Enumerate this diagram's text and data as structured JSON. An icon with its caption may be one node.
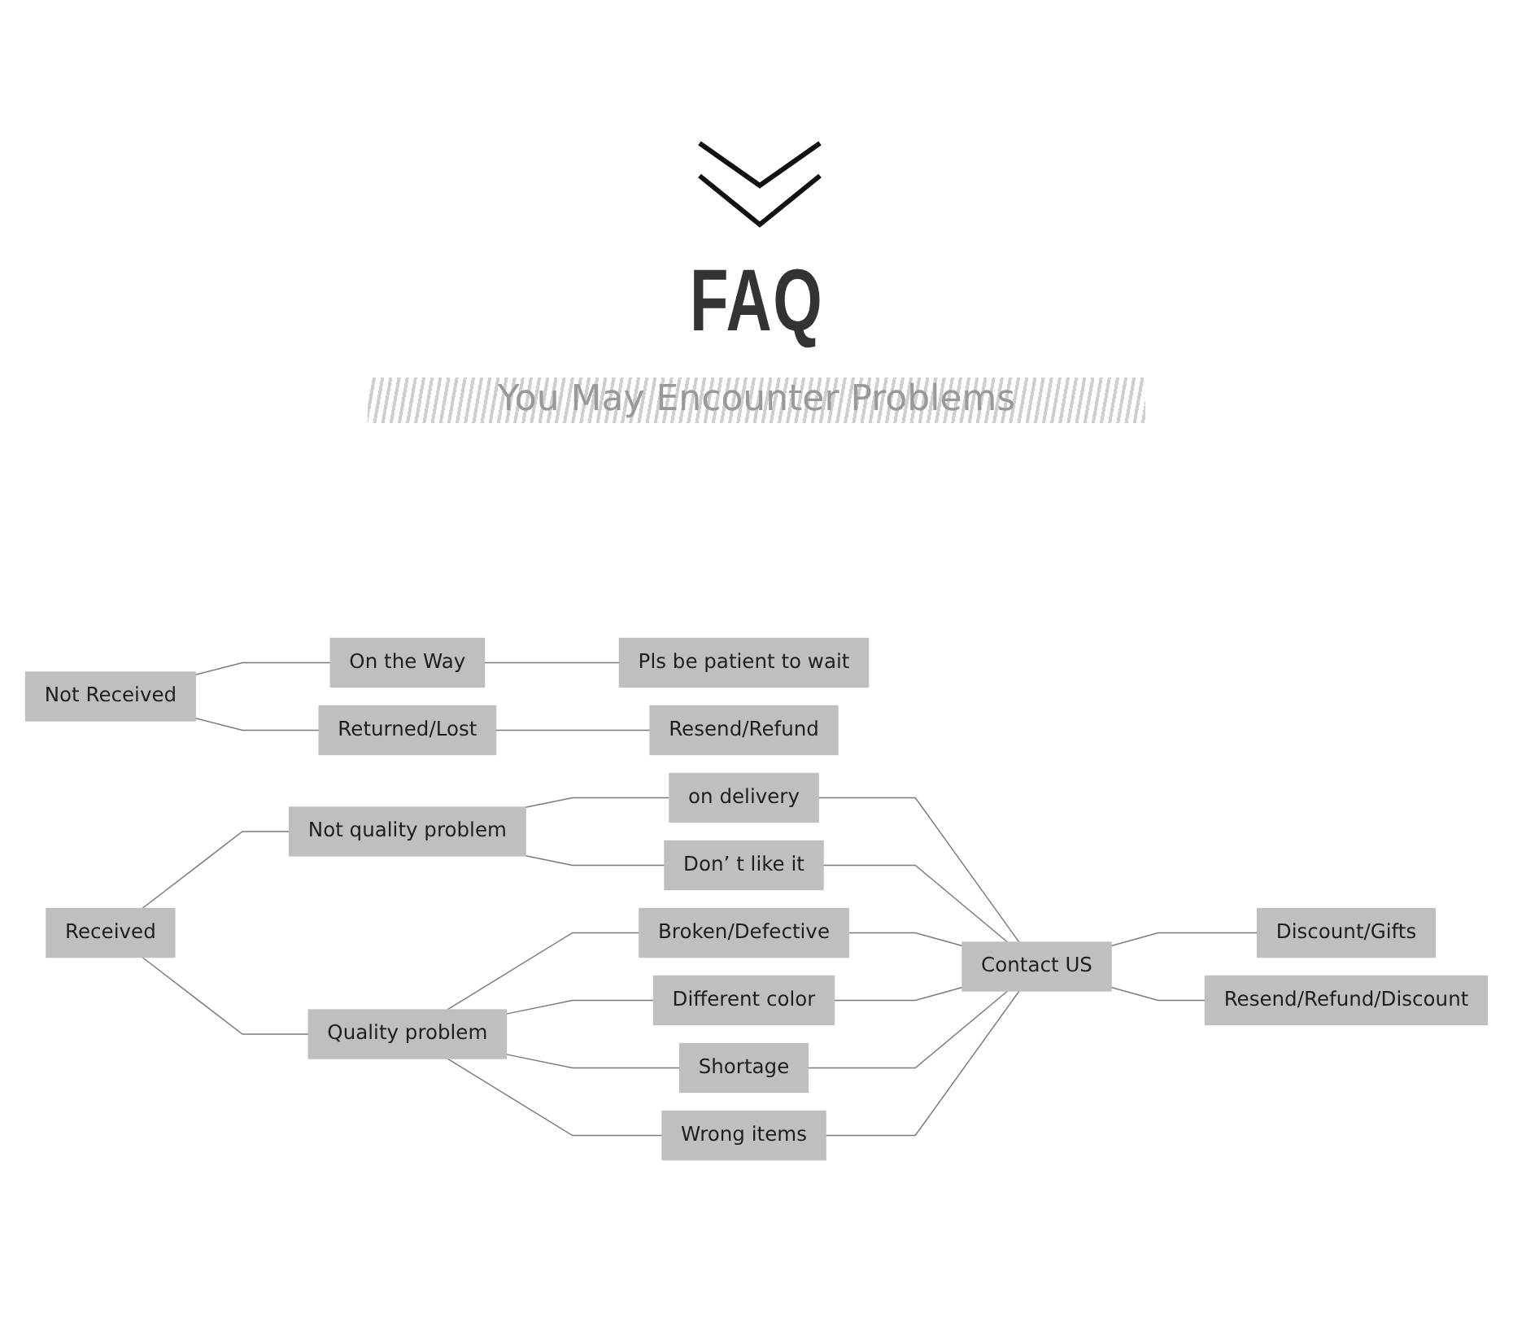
{
  "diagram": {
    "title": "FAQ",
    "nodes": [
      {
        "text": [
          "Not Received"
        ]
      },
      {
        "text": [
          "On the Way"
        ]
      },
      {
        "text": [
          "Returned/Lost"
        ]
      },
      {
        "text": [
          "Pls be patient to wait"
        ]
      },
      {
        "text": [
          "Resend/Refund"
        ]
      },
      {
        "text": [
          "Received"
        ]
      },
      {
        "text": [
          "Not quality problem"
        ]
      },
      {
        "text": [
          "on delivery"
        ]
      },
      {
        "text": [
          "Don’ t like it"
        ]
      },
      {
        "text": [
          "Quality problem"
        ]
      },
      {
        "text": [
          "Broken/Defective"
        ]
      },
      {
        "text": [
          "Different color"
        ]
      },
      {
        "text": [
          "Shortage"
        ]
      },
      {
        "text": [
          "Wrong items"
        ]
      },
      {
        "text": [
          "Contact US"
        ]
      },
      {
        "text": [
          "Discount/Gifts"
        ]
      },
      {
        "text": [
          "Resend/Refund/Discount"
        ]
      }
    ],
    "edges": [
      {
        "from": 0,
        "to": 1,
        "arrow": "none"
      },
      {
        "from": 0,
        "to": 2,
        "arrow": "none"
      },
      {
        "from": 1,
        "to": 3,
        "arrow": "none"
      },
      {
        "from": 2,
        "to": 4,
        "arrow": "none"
      },
      {
        "from": 5,
        "to": 6,
        "arrow": "none"
      },
      {
        "from": 5,
        "to": 9,
        "arrow": "none"
      },
      {
        "from": 6,
        "to": 7,
        "arrow": "none"
      },
      {
        "from": 6,
        "to": 8,
        "arrow": "none"
      },
      {
        "from": 9,
        "to": 10,
        "arrow": "none"
      },
      {
        "from": 9,
        "to": 11,
        "arrow": "none"
      },
      {
        "from": 9,
        "to": 12,
        "arrow": "none"
      },
      {
        "from": 9,
        "to": 13,
        "arrow": "none"
      },
      {
        "from": 7,
        "to": 14,
        "arrow": "none"
      },
      {
        "from": 8,
        "to": 14,
        "arrow": "none"
      },
      {
        "from": 10,
        "to": 14,
        "arrow": "none"
      },
      {
        "from": 11,
        "to": 14,
        "arrow": "none"
      },
      {
        "from": 12,
        "to": 14,
        "arrow": "none"
      },
      {
        "from": 13,
        "to": 14,
        "arrow": "none"
      },
      {
        "from": 14,
        "to": 15,
        "arrow": "none"
      },
      {
        "from": 14,
        "to": 16,
        "arrow": "none"
      }
    ],
    "labels": [
      "You May Encounter Problems"
    ]
  }
}
